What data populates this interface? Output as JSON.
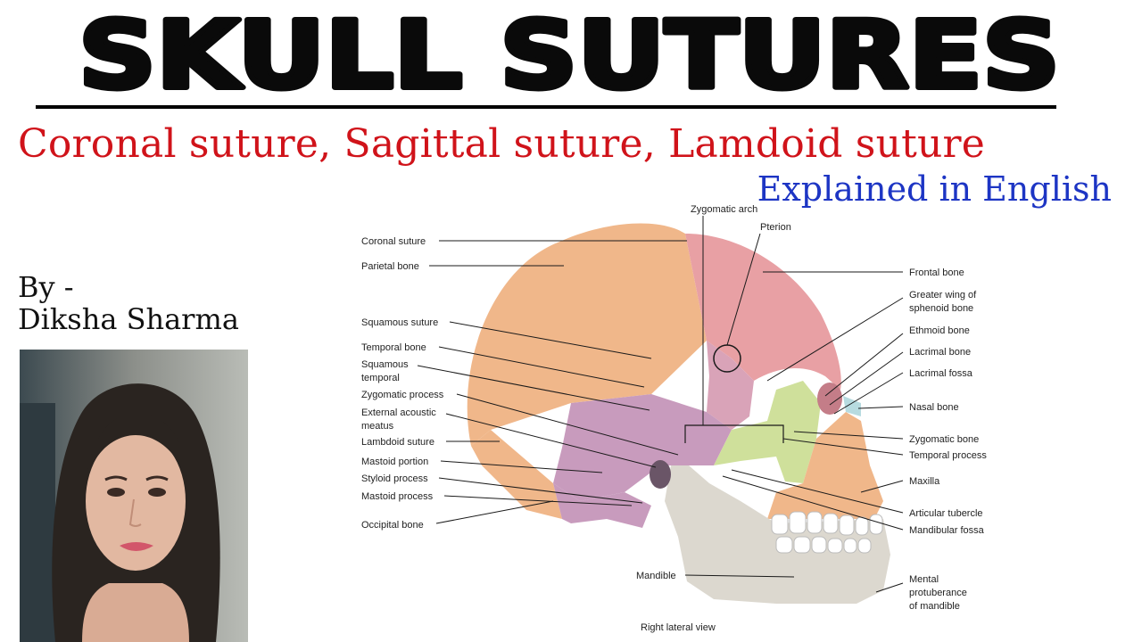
{
  "title": "SKULL SUTURES",
  "subtitle": "Coronal suture, Sagittal suture, Lamdoid suture",
  "subtitle2": "Explained in English",
  "byline": {
    "line1": "By -",
    "line2": "Diksha Sharma"
  },
  "diagram": {
    "caption": "Right lateral view",
    "labels": {
      "zygomatic_arch": "Zygomatic arch",
      "pterion": "Pterion",
      "coronal_suture": "Coronal suture",
      "parietal_bone": "Parietal bone",
      "squamous_suture": "Squamous suture",
      "temporal_bone": "Temporal bone",
      "squamous_temporal_1": "Squamous",
      "squamous_temporal_2": "temporal",
      "zygomatic_process": "Zygomatic process",
      "ext_acoustic_1": "External acoustic",
      "ext_acoustic_2": "meatus",
      "lambdoid_suture": "Lambdoid suture",
      "mastoid_portion": "Mastoid portion",
      "styloid_process": "Styloid process",
      "mastoid_process": "Mastoid process",
      "occipital_bone": "Occipital bone",
      "frontal_bone": "Frontal bone",
      "greater_wing_1": "Greater wing of",
      "greater_wing_2": "sphenoid bone",
      "ethmoid_bone": "Ethmoid bone",
      "lacrimal_bone": "Lacrimal bone",
      "lacrimal_fossa": "Lacrimal fossa",
      "nasal_bone": "Nasal bone",
      "zygomatic_bone": "Zygomatic bone",
      "temporal_process": "Temporal process",
      "maxilla": "Maxilla",
      "articular_tubercle": "Articular tubercle",
      "mandibular_fossa": "Mandibular fossa",
      "mandible": "Mandible",
      "mental_1": "Mental",
      "mental_2": "protuberance",
      "mental_3": "of mandible"
    }
  },
  "colors": {
    "subtitle": "#d0131a",
    "subtitle2": "#1d35c4",
    "parietal": "#f0b78a",
    "frontal": "#e8a0a4",
    "temporal": "#c89bbd",
    "sphenoid": "#d9a3b8",
    "zygomatic": "#cfe09b",
    "mandible": "#dcd8cf",
    "nasal": "#b7dbe0"
  }
}
